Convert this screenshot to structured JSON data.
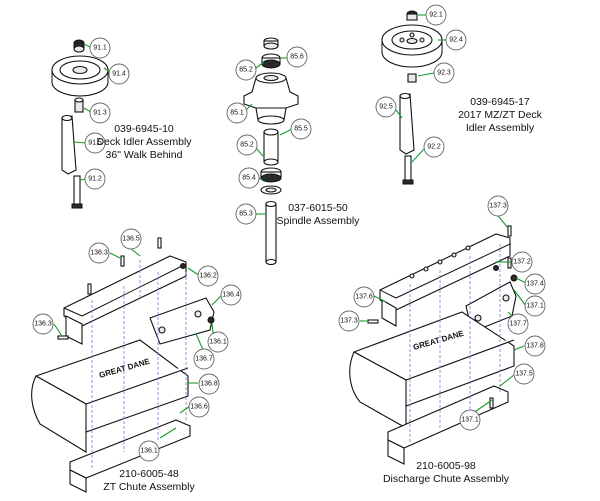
{
  "assemblies": [
    {
      "part_number": "039-6945-10",
      "title_line1": "Deck Idler Assembly",
      "title_line2": "36\" Walk Behind"
    },
    {
      "part_number": "037-6015-50",
      "title_line1": "Spindle Assembly",
      "title_line2": ""
    },
    {
      "part_number": "039-6945-17",
      "title_line1": "2017 MZ/ZT Deck",
      "title_line2": "Idler Assembly"
    },
    {
      "part_number": "210-6005-48",
      "title_line1": "ZT Chute Assembly",
      "title_line2": ""
    },
    {
      "part_number": "210-6005-98",
      "title_line1": "Discharge Chute Assembly",
      "title_line2": ""
    }
  ],
  "callouts": [
    "91.1",
    "91.4",
    "91.3",
    "91.5",
    "91.2",
    "85.6",
    "85.2",
    "85.1",
    "85.5",
    "85.2",
    "85.4",
    "85.3",
    "92.1",
    "92.4",
    "92.3",
    "92.5",
    "92.2",
    "136.3",
    "136.5",
    "136.2",
    "136.4",
    "136.3",
    "136.7",
    "136.1",
    "136.8",
    "136.6",
    "136.1",
    "137.3",
    "137.2",
    "137.4",
    "137.6",
    "137.1",
    "137.3",
    "137.7",
    "137.8",
    "137.5",
    "137.1"
  ],
  "logo_text": "GREAT DANE",
  "colors": {
    "leader": "#139b2b",
    "hidden_line": "#7a7ad8",
    "ink": "#111111"
  }
}
